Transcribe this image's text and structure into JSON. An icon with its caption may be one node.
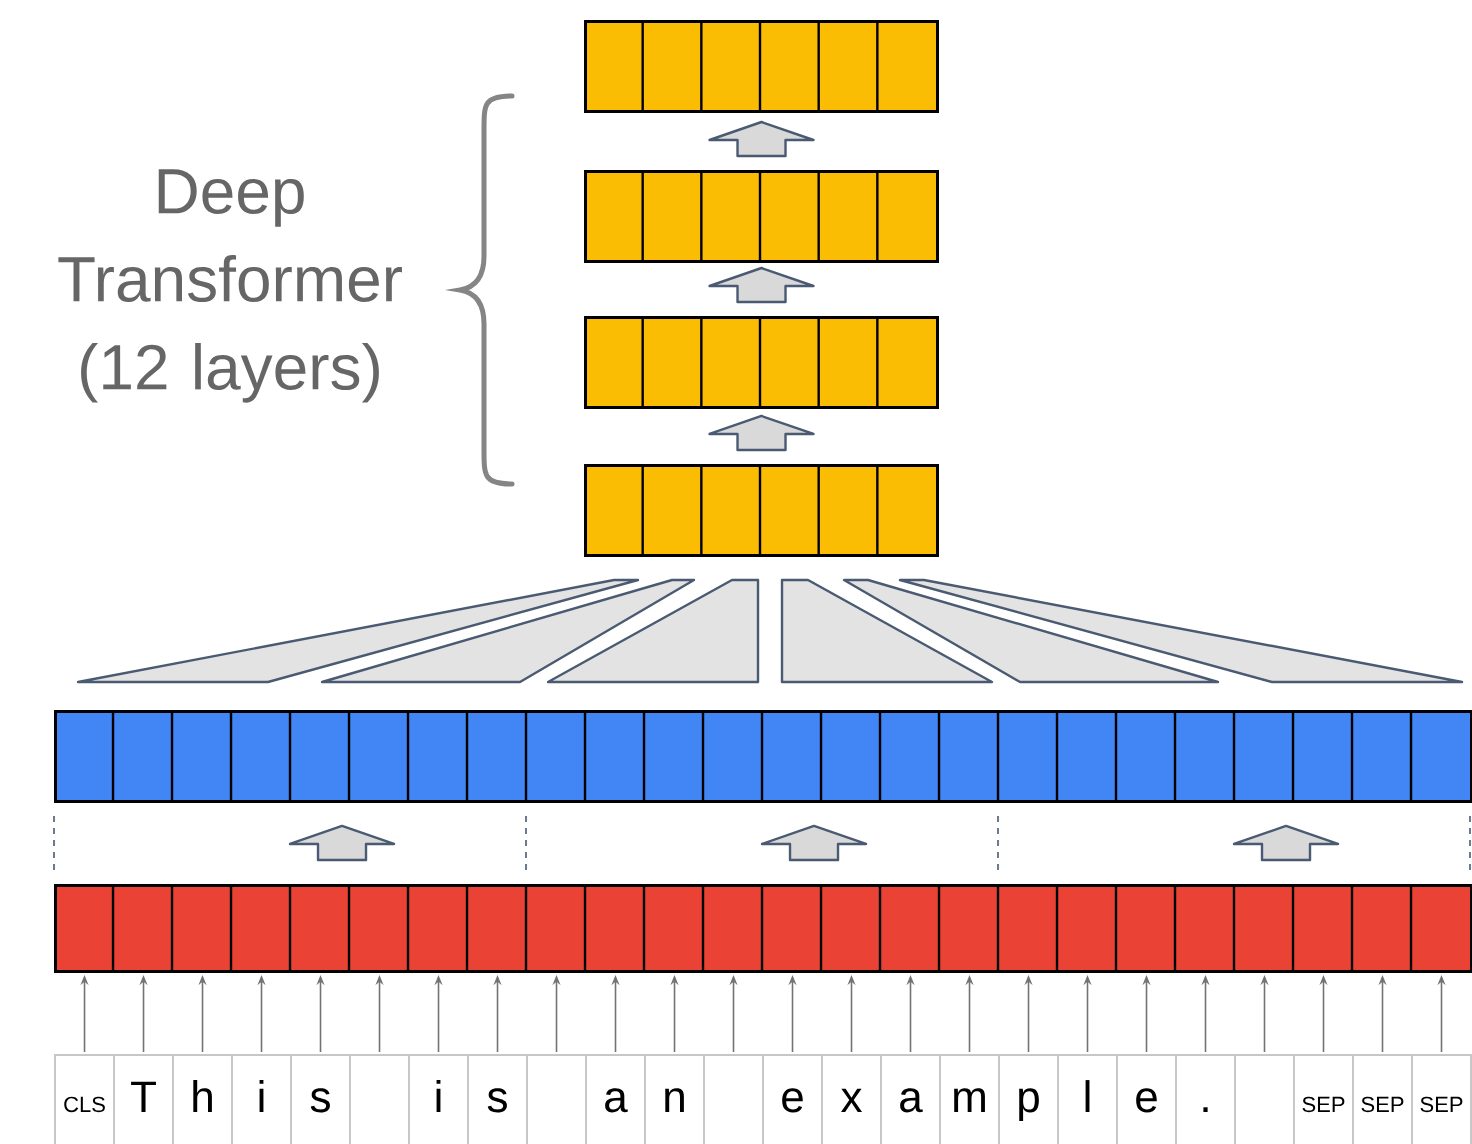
{
  "diagram": {
    "nodes": [
      {
        "text": [],
        "shape": "bar"
      },
      {
        "text": [],
        "shape": "bar"
      },
      {
        "text": [],
        "shape": "bar"
      },
      {
        "text": [],
        "shape": "bar"
      },
      {
        "text": [],
        "shape": "bar"
      },
      {
        "text": [],
        "shape": "bar"
      },
      {
        "text": [
          "CLS"
        ]
      },
      {
        "text": [
          "T"
        ]
      },
      {
        "text": [
          "h"
        ]
      },
      {
        "text": [
          "i"
        ]
      },
      {
        "text": [
          "s"
        ]
      },
      {
        "text": [],
        "shape": "box"
      },
      {
        "text": [
          "i"
        ]
      },
      {
        "text": [
          "s"
        ]
      },
      {
        "text": [],
        "shape": "box"
      },
      {
        "text": [
          "a"
        ]
      },
      {
        "text": [
          "n"
        ]
      },
      {
        "text": [],
        "shape": "box"
      },
      {
        "text": [
          "e"
        ]
      },
      {
        "text": [
          "x"
        ]
      },
      {
        "text": [
          "a"
        ]
      },
      {
        "text": [
          "m"
        ]
      },
      {
        "text": [
          "p"
        ]
      },
      {
        "text": [
          "l"
        ]
      },
      {
        "text": [
          "e"
        ]
      },
      {
        "text": [
          "."
        ]
      },
      {
        "text": [],
        "shape": "box"
      },
      {
        "text": [
          "SEP"
        ]
      },
      {
        "text": [
          "SEP"
        ]
      },
      {
        "text": [
          "SEP"
        ]
      }
    ],
    "edges": [
      {
        "from": 3,
        "to": 2,
        "arrow": "to"
      },
      {
        "from": 2,
        "to": 1,
        "arrow": "to"
      },
      {
        "from": 1,
        "to": 0,
        "arrow": "to"
      },
      {
        "from": 5,
        "to": 4,
        "arrow": "to"
      },
      {
        "from": 5,
        "to": 4,
        "arrow": "to"
      },
      {
        "from": 5,
        "to": 4,
        "arrow": "to"
      },
      {
        "from": 6,
        "to": 5,
        "arrow": "to"
      },
      {
        "from": 7,
        "to": 5,
        "arrow": "to"
      },
      {
        "from": 8,
        "to": 5,
        "arrow": "to"
      },
      {
        "from": 9,
        "to": 5,
        "arrow": "to"
      },
      {
        "from": 10,
        "to": 5,
        "arrow": "to"
      },
      {
        "from": 11,
        "to": 5,
        "arrow": "to"
      },
      {
        "from": 12,
        "to": 5,
        "arrow": "to"
      },
      {
        "from": 13,
        "to": 5,
        "arrow": "to"
      },
      {
        "from": 14,
        "to": 5,
        "arrow": "to"
      },
      {
        "from": 15,
        "to": 5,
        "arrow": "to"
      },
      {
        "from": 16,
        "to": 5,
        "arrow": "to"
      },
      {
        "from": 17,
        "to": 5,
        "arrow": "to"
      },
      {
        "from": 18,
        "to": 5,
        "arrow": "to"
      },
      {
        "from": 19,
        "to": 5,
        "arrow": "to"
      },
      {
        "from": 20,
        "to": 5,
        "arrow": "to"
      },
      {
        "from": 21,
        "to": 5,
        "arrow": "to"
      },
      {
        "from": 22,
        "to": 5,
        "arrow": "to"
      },
      {
        "from": 23,
        "to": 5,
        "arrow": "to"
      },
      {
        "from": 24,
        "to": 5,
        "arrow": "to"
      },
      {
        "from": 25,
        "to": 5,
        "arrow": "to"
      },
      {
        "from": 26,
        "to": 5,
        "arrow": "to"
      },
      {
        "from": 27,
        "to": 5,
        "arrow": "to"
      },
      {
        "from": 28,
        "to": 5,
        "arrow": "to"
      },
      {
        "from": 29,
        "to": 5,
        "arrow": "to"
      }
    ],
    "labels": [
      "Deep Transformer (12 layers)"
    ]
  }
}
